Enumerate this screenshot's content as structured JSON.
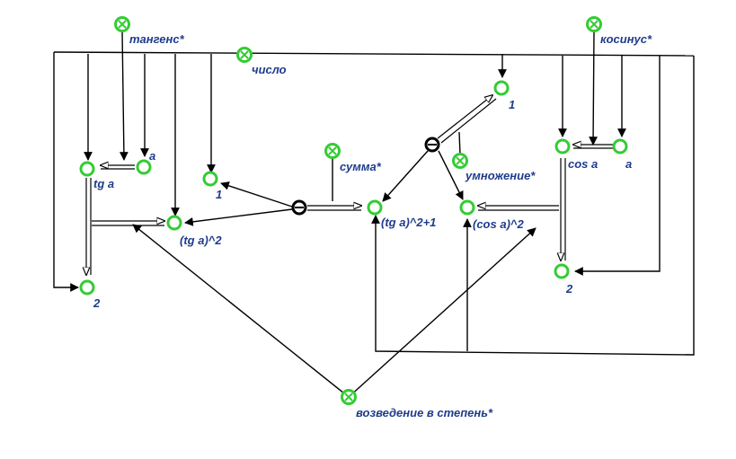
{
  "colors": {
    "label": "#1f3c8c",
    "node_outline": "#33cc33",
    "hub_outline": "#000000",
    "edge": "#000000"
  },
  "labels": {
    "tangent": "тангенс*",
    "number": "число",
    "cosine": "косинус*",
    "one_a": "1",
    "one_b": "1",
    "sum": "сумма*",
    "multiply": "умножение*",
    "tg_a": "tg a",
    "a_left": "a",
    "cos_a": "cos a",
    "a_right": "a",
    "tg_sq": "(tg a)^2",
    "tg_sq_plus": "(tg a)^2+1",
    "cos_sq": "(cos a)^2",
    "two_left": "2",
    "two_right": "2",
    "power": "возведение в степень*"
  },
  "icons": {
    "relation_node": "circle-x-icon",
    "concept_node": "circle-icon",
    "hub_node": "circle-minus-icon"
  }
}
